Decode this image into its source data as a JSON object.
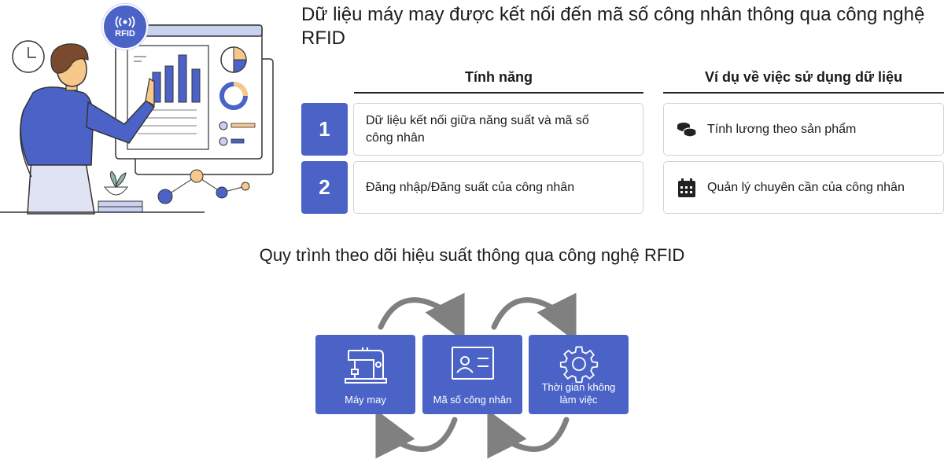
{
  "header": {
    "title": "Dữ liệu máy may được kết nối đến mã số công nhân thông qua công nghệ RFID"
  },
  "illustration": {
    "badge_label": "RFID"
  },
  "table": {
    "feature_header": "Tính năng",
    "usage_header": "Ví dụ về việc sử dụng dữ liệu",
    "rows": [
      {
        "number": "1",
        "feature": "Dữ liệu kết nối giữa năng suất và mã số công nhân",
        "usage": "Tính lương theo sản phẩm",
        "usage_icon": "coins-icon"
      },
      {
        "number": "2",
        "feature": "Đăng nhập/Đăng suất của công nhân",
        "usage": "Quản lý chuyên cần của công nhân",
        "usage_icon": "calendar-icon"
      }
    ]
  },
  "process": {
    "title": "Quy trình theo dõi hiệu suất thông qua công nghệ RFID",
    "steps": [
      {
        "label": "Máy may",
        "icon": "sewing-machine-icon"
      },
      {
        "label": "Mã số công nhân",
        "icon": "id-card-icon"
      },
      {
        "label": "Thời gian không làm việc",
        "icon": "gear-icon"
      }
    ],
    "accent_color": "#4b63c7",
    "arrow_color": "#808080"
  }
}
